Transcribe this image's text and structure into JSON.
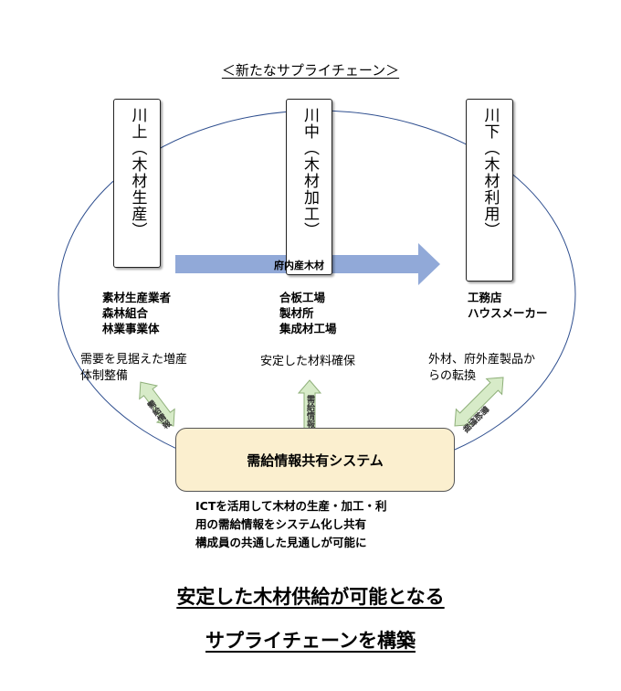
{
  "title": "＜新たなサプライチェーン＞",
  "stages": [
    {
      "name": "川上（木材生産）",
      "items": [
        "素材生産業者",
        "森林組合",
        "林業事業体"
      ],
      "note": [
        "需要を見据えた増産",
        "体制整備"
      ]
    },
    {
      "name": "川中（木材加工）",
      "items": [
        "合板工場",
        "製材所",
        "集成材工場"
      ],
      "note": [
        "安定した材料確保"
      ]
    },
    {
      "name": "川下（木材利用）",
      "items": [
        "工務店",
        "ハウスメーカー"
      ],
      "note": [
        "外材、府外産製品か",
        "らの転換"
      ]
    }
  ],
  "flow_label": "府内産木材",
  "exchange_label": "需給情報",
  "system_label": "需給情報共有システム",
  "ict_text": [
    "ICTを活用して木材の生産・加工・利",
    "用の需給情報をシステム化し共有",
    "構成員の共通した見通しが可能に"
  ],
  "headline": [
    "安定した木材供給が可能となる",
    "サプライチェーンを構築"
  ],
  "colors": {
    "flow_arrow": "#91a9d8",
    "exchange_arrow": "#d7ebc8",
    "exchange_arrow_edge": "#8fb07a",
    "system_fill": "#fbefcf",
    "ellipse": "#2f4f8f"
  }
}
